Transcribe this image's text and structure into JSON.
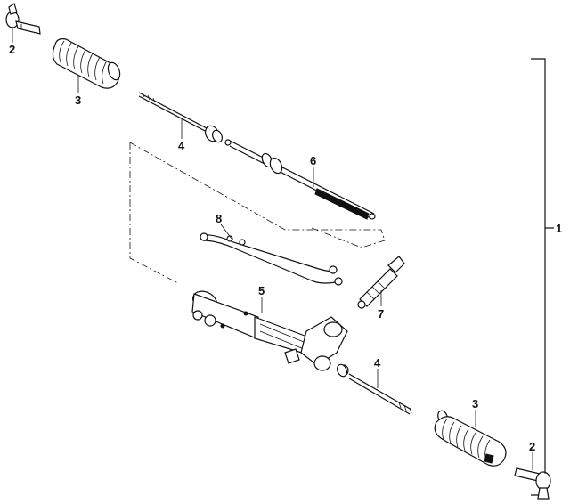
{
  "callouts": {
    "c1": "1",
    "c2_top": "2",
    "c2_bottom": "2",
    "c3_top": "3",
    "c3_bottom": "3",
    "c4_top": "4",
    "c4_bottom": "4",
    "c5": "5",
    "c6": "6",
    "c7": "7",
    "c8": "8"
  },
  "colors": {
    "ink": "#111111",
    "background": "#ffffff"
  }
}
